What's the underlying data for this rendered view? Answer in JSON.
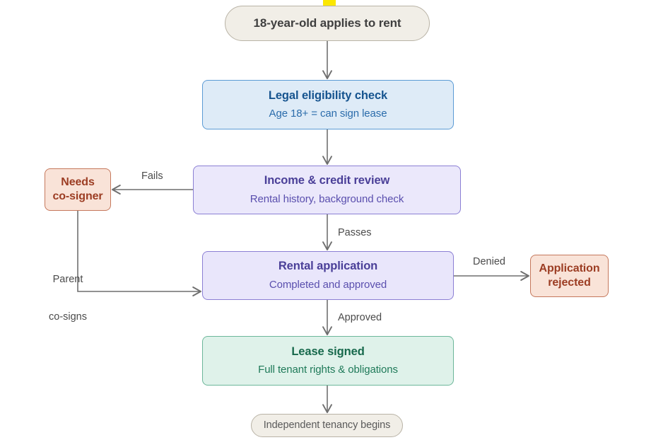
{
  "diagram": {
    "title": "18-year-old rental application flow",
    "type": "flowchart",
    "orientation": "top-to-bottom",
    "background": "#ffffff"
  },
  "marker": {
    "name": "top-highlight-marker",
    "color": "#fbe700"
  },
  "nodes": {
    "start": {
      "title": "18-year-old applies to rent",
      "shape": "pill",
      "fill": "#f1eee7",
      "stroke": "#b9b3a6",
      "text_color": "#3f3f3f"
    },
    "legal": {
      "title": "Legal eligibility check",
      "subtitle": "Age 18+ = can sign lease",
      "shape": "rounded-rect",
      "fill": "#deebf7",
      "stroke": "#5b9bd5",
      "text_color": "#16548f"
    },
    "income": {
      "title": "Income & credit review",
      "subtitle": "Rental history, background check",
      "shape": "rounded-rect",
      "fill": "#ebe8fb",
      "stroke": "#8b7fd4",
      "text_color": "#4a3f98"
    },
    "cosigner": {
      "title": "Needs\nco-signer",
      "line1": "Needs",
      "line2": "co-signer",
      "shape": "rounded-rect",
      "fill": "#f9e3d8",
      "stroke": "#c5785c",
      "text_color": "#9c3d23"
    },
    "rental": {
      "title": "Rental application",
      "subtitle": "Completed and approved",
      "shape": "rounded-rect",
      "fill": "#e9e6fb",
      "stroke": "#8b7fd4",
      "text_color": "#4a3f98"
    },
    "rejected": {
      "line1": "Application",
      "line2": "rejected",
      "shape": "rounded-rect",
      "fill": "#f9e3d8",
      "stroke": "#c5785c",
      "text_color": "#9c3d23"
    },
    "lease": {
      "title": "Lease signed",
      "subtitle": "Full tenant rights & obligations",
      "shape": "rounded-rect",
      "fill": "#dff2ea",
      "stroke": "#6cb79a",
      "text_color": "#17694c"
    },
    "end": {
      "title": "Independent tenancy begins",
      "shape": "pill",
      "fill": "#f1eee7",
      "stroke": "#b9b3a6",
      "text_color": "#5a5a5a"
    }
  },
  "edges": [
    {
      "id": "start-legal",
      "from": "start",
      "to": "legal",
      "label": ""
    },
    {
      "id": "legal-income",
      "from": "legal",
      "to": "income",
      "label": ""
    },
    {
      "id": "income-cosigner",
      "from": "income",
      "to": "cosigner",
      "label": "Fails"
    },
    {
      "id": "income-rental",
      "from": "income",
      "to": "rental",
      "label": "Passes"
    },
    {
      "id": "cosigner-rental",
      "from": "cosigner",
      "to": "rental",
      "label": "Parent\nco-signs",
      "label_line1": "Parent",
      "label_line2": "co-signs"
    },
    {
      "id": "rental-rejected",
      "from": "rental",
      "to": "rejected",
      "label": "Denied"
    },
    {
      "id": "rental-lease",
      "from": "rental",
      "to": "lease",
      "label": "Approved"
    },
    {
      "id": "lease-end",
      "from": "lease",
      "to": "end",
      "label": ""
    }
  ],
  "edge_style": {
    "color": "#6f6f6f",
    "width": 1.6,
    "arrowhead": "open-v"
  }
}
